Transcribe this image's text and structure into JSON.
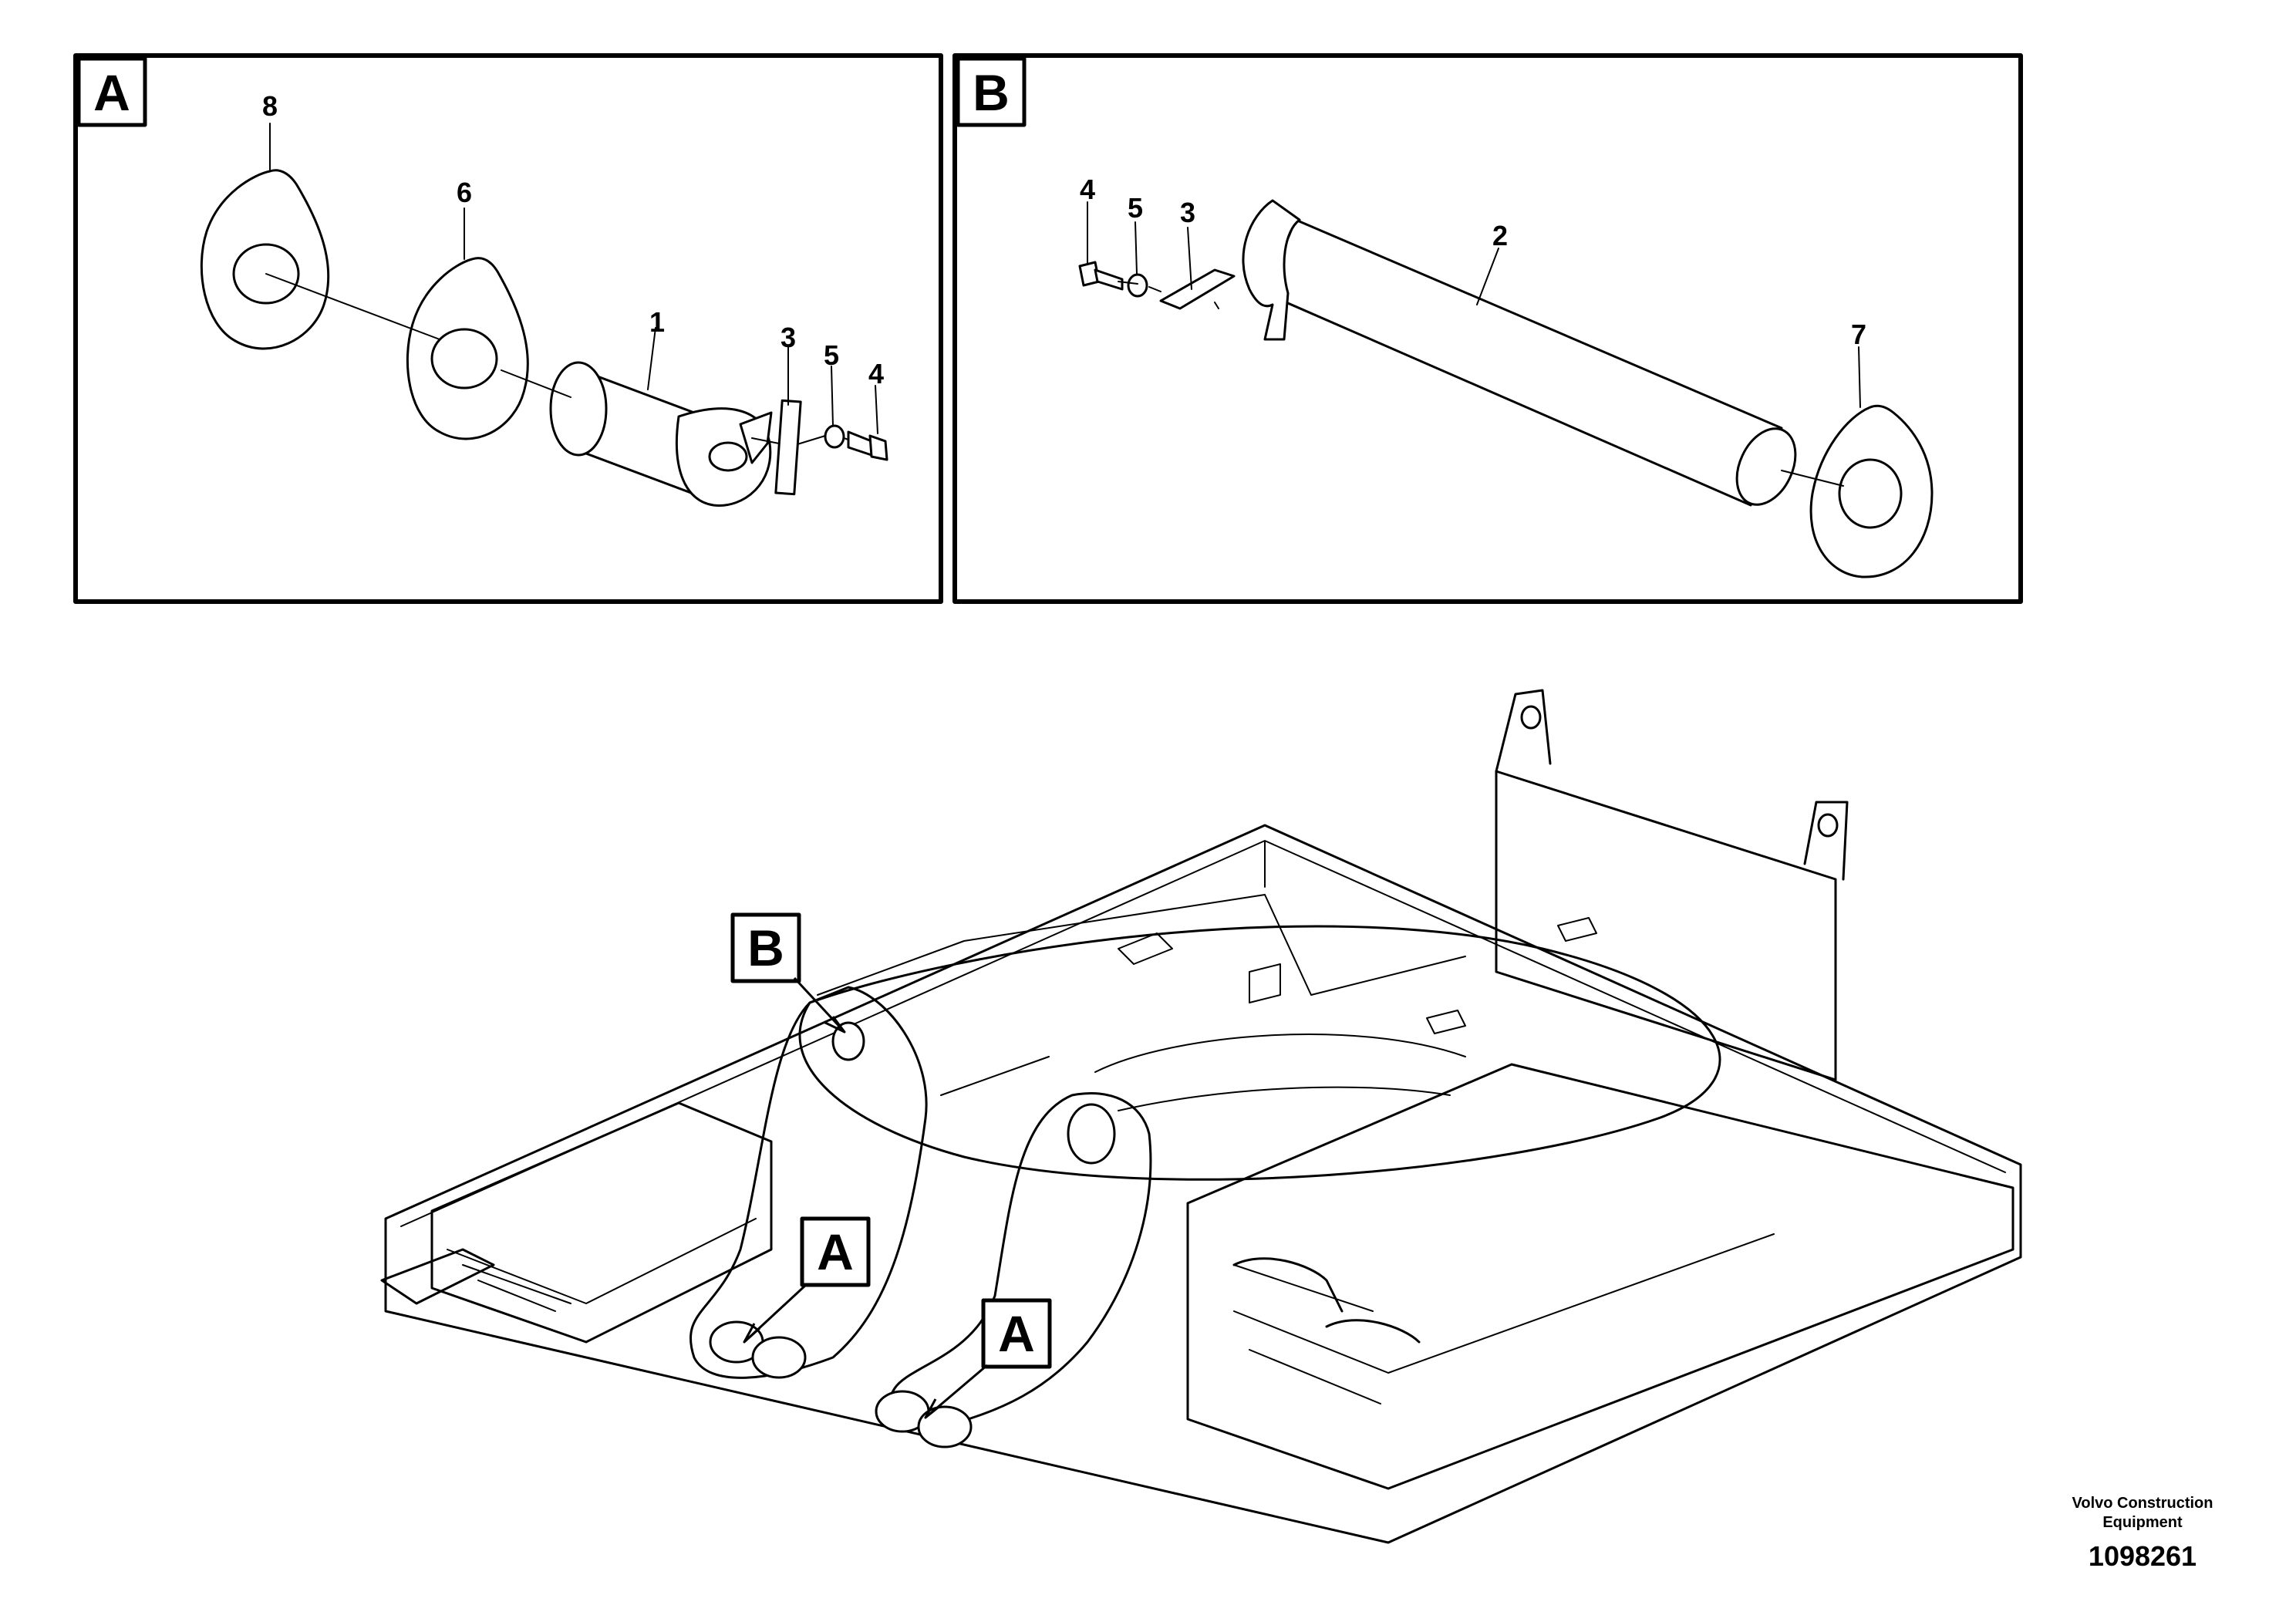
{
  "panel_a": {
    "letter": "A",
    "callouts": {
      "c8": "8",
      "c6": "6",
      "c1": "1",
      "c3": "3",
      "c5": "5",
      "c4": "4"
    }
  },
  "panel_b": {
    "letter": "B",
    "callouts": {
      "c4": "4",
      "c5": "5",
      "c3": "3",
      "c2": "2",
      "c7": "7"
    }
  },
  "main_view": {
    "marker_b": "B",
    "marker_a1": "A",
    "marker_a2": "A"
  },
  "footer": {
    "company_line1": "Volvo Construction",
    "company_line2": "Equipment",
    "drawing_number": "1098261"
  }
}
